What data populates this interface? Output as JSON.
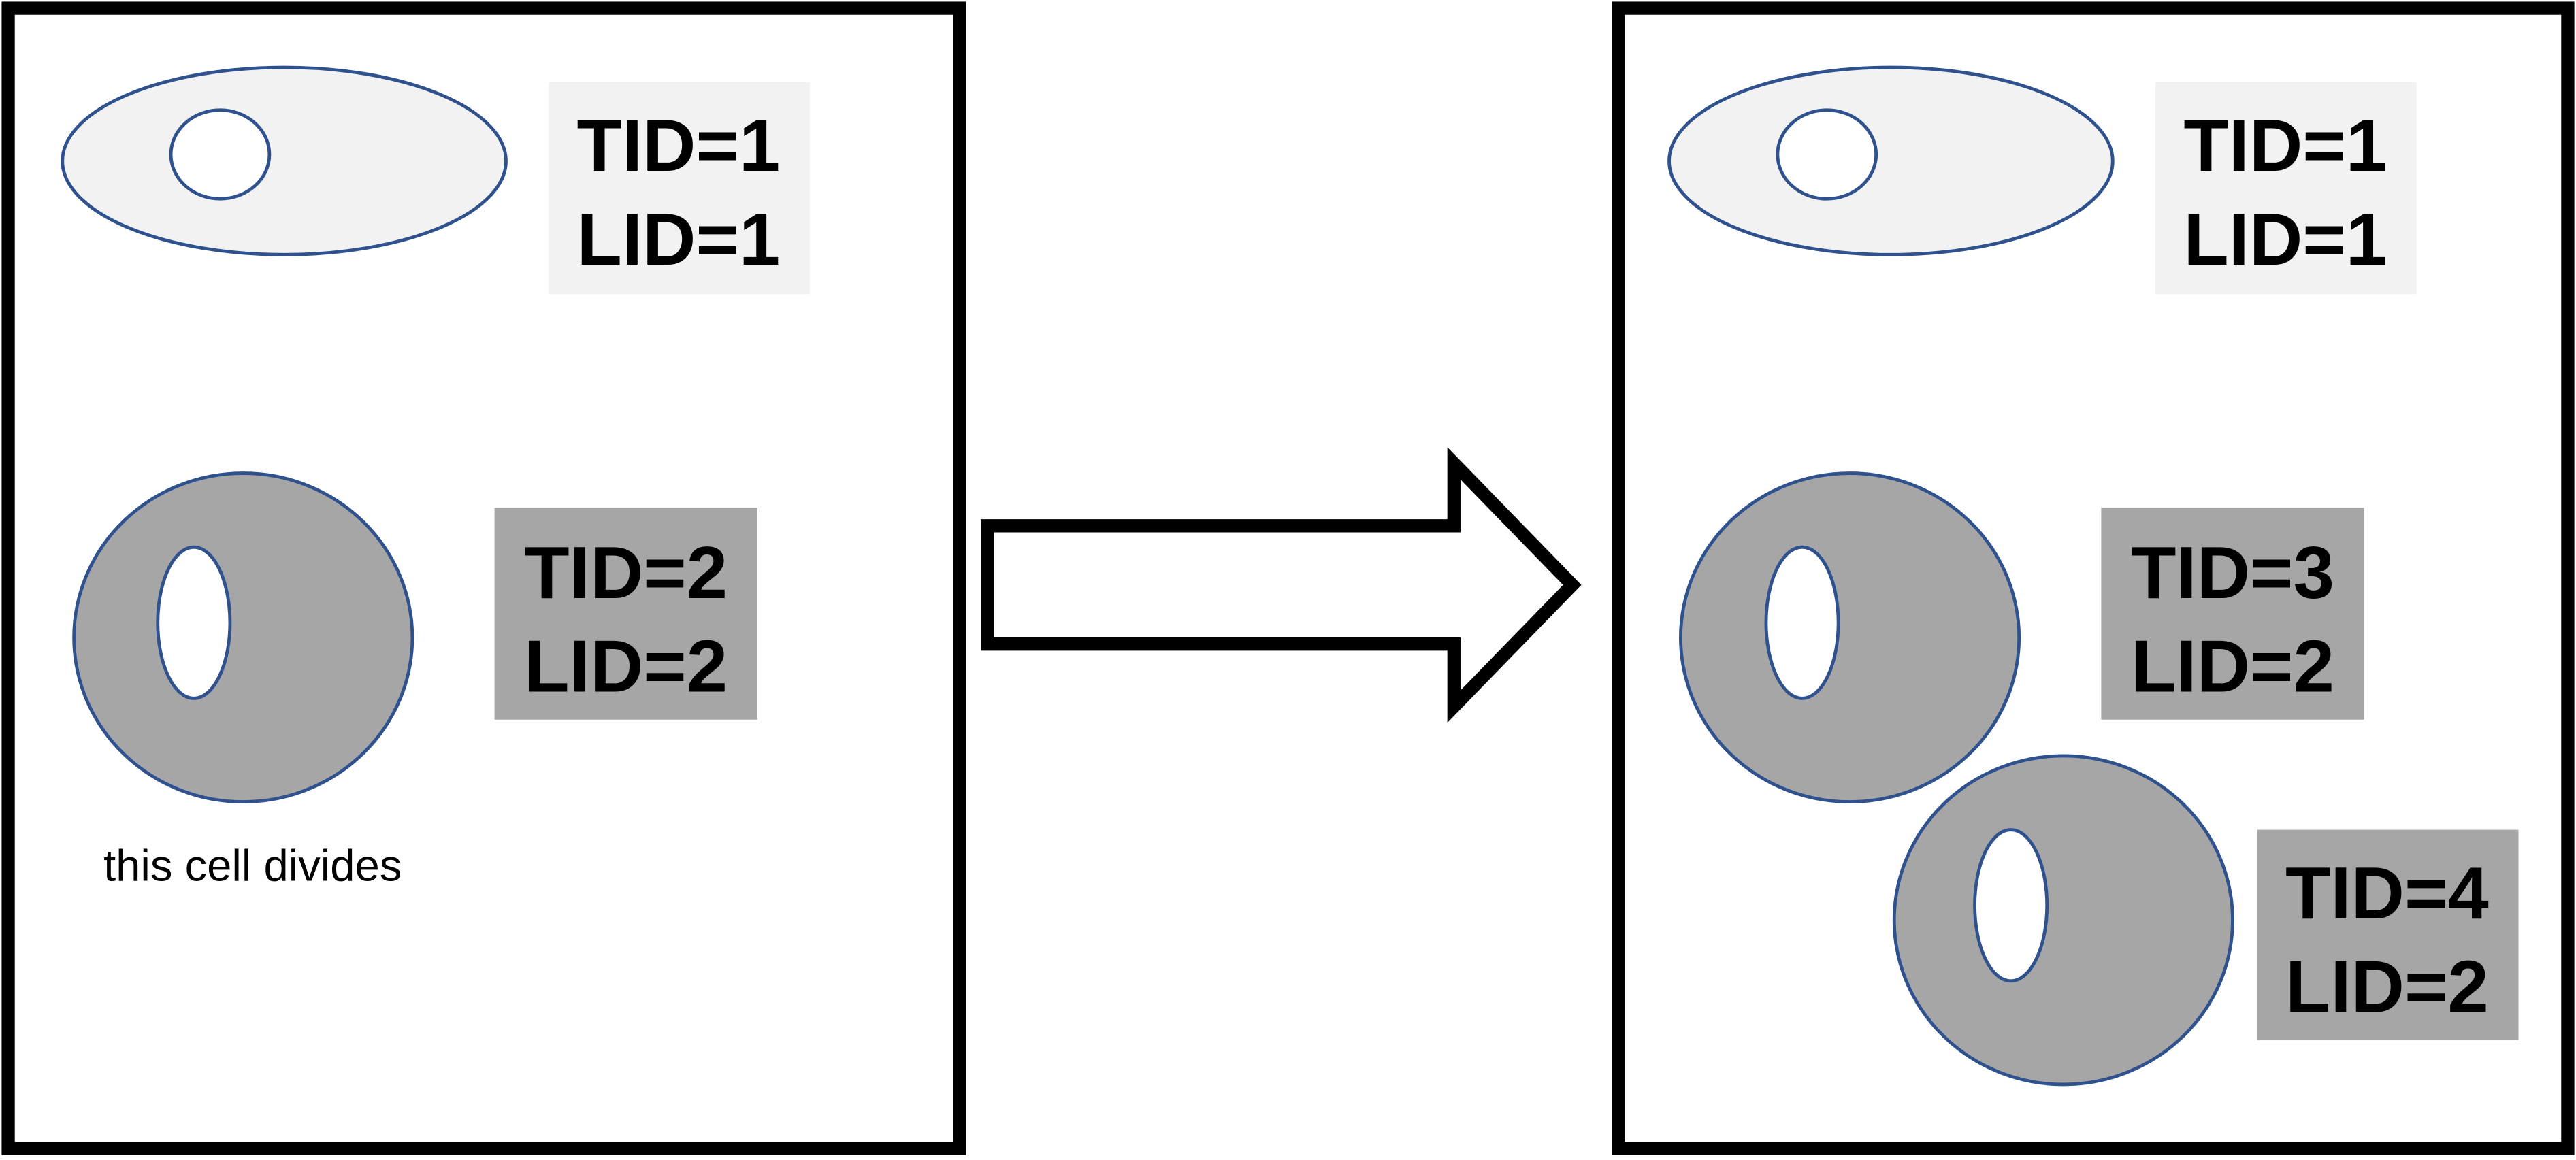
{
  "colors": {
    "frame": "#000000",
    "cell_outline": "#2f528f",
    "cell_light": "#f2f2f2",
    "cell_dark": "#a6a6a6",
    "label_light": "#f2f2f2",
    "label_dark": "#a6a6a6"
  },
  "before": {
    "cell1": {
      "tid": "TID=1",
      "lid": "LID=1"
    },
    "cell2": {
      "tid": "TID=2",
      "lid": "LID=2"
    },
    "caption": "this cell divides"
  },
  "after": {
    "cell1": {
      "tid": "TID=1",
      "lid": "LID=1"
    },
    "cell3": {
      "tid": "TID=3",
      "lid": "LID=2"
    },
    "cell4": {
      "tid": "TID=4",
      "lid": "LID=2"
    }
  }
}
